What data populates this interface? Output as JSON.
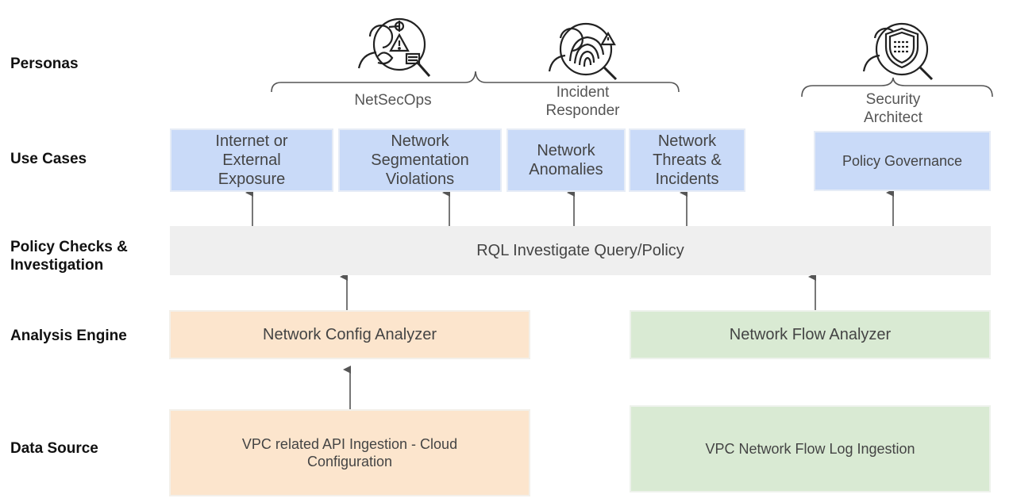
{
  "rows": {
    "personas": "Personas",
    "use_cases": "Use Cases",
    "policy_checks": "Policy Checks &\nInvestigation",
    "analysis_engine": "Analysis Engine",
    "data_source": "Data Source"
  },
  "personas": [
    {
      "label": "NetSecOps",
      "icon": "netsecops-persona-icon"
    },
    {
      "label": "Incident\nResponder",
      "icon": "incident-responder-persona-icon"
    },
    {
      "label": "Security\nArchitect",
      "icon": "security-architect-persona-icon"
    }
  ],
  "use_cases": [
    "Internet or\nExternal\nExposure",
    "Network\nSegmentation\nViolations",
    "Network\nAnomalies",
    "Network\nThreats &\nIncidents",
    "Policy Governance"
  ],
  "policy": "RQL Investigate Query/Policy",
  "analyzers": {
    "config": "Network Config Analyzer",
    "flow": "Network Flow Analyzer"
  },
  "sources": {
    "api": "VPC related API Ingestion - Cloud\nConfiguration",
    "flow_logs": "VPC Network Flow Log Ingestion"
  },
  "colors": {
    "use_case": "#c9daf8",
    "policy": "#efefef",
    "config_path": "#fce5cd",
    "flow_path": "#d9ead3",
    "arrow": "#555555"
  }
}
